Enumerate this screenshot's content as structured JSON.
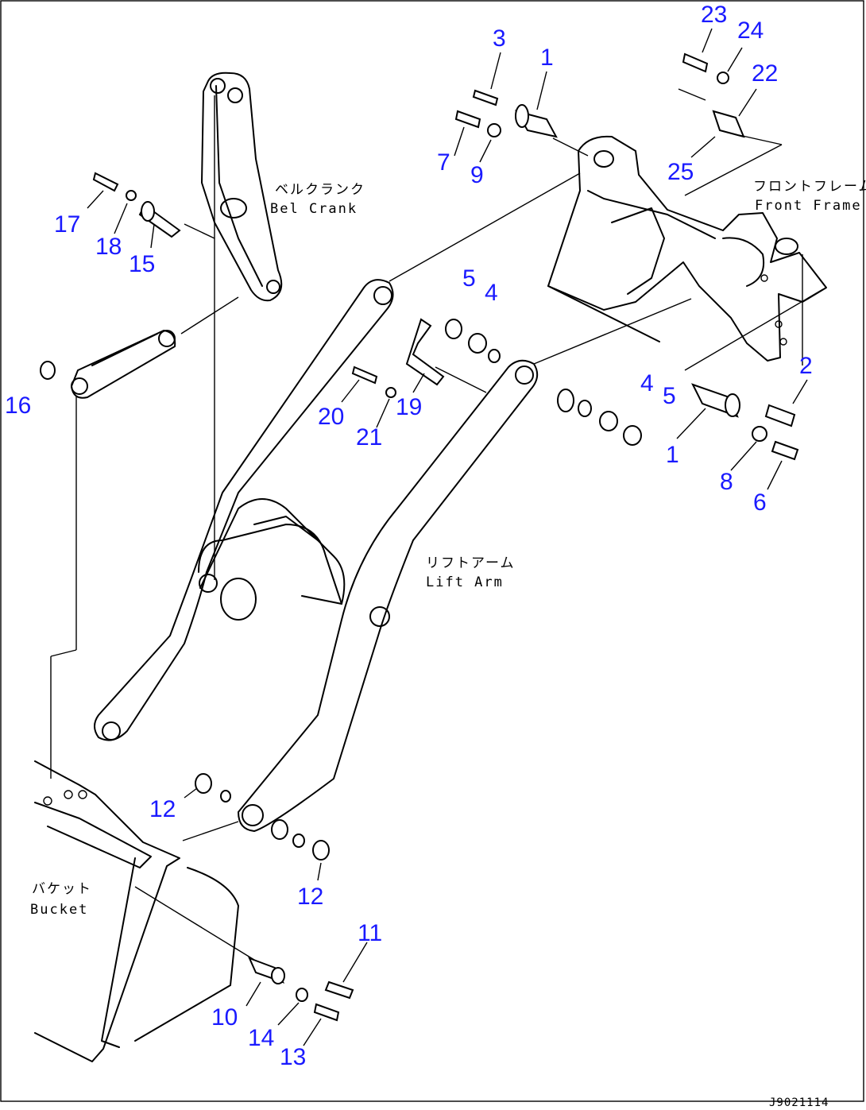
{
  "labels": {
    "bell_crank_jp": "ベルクランク",
    "bell_crank_en": "Bel Crank",
    "front_frame_jp": "フロントフレーム",
    "front_frame_en": "Front Frame",
    "lift_arm_jp": "リフトアーム",
    "lift_arm_en": "Lift Arm",
    "bucket_jp": "バケット",
    "bucket_en": "Bucket"
  },
  "callouts": [
    "1",
    "1",
    "2",
    "3",
    "4",
    "4",
    "5",
    "5",
    "6",
    "7",
    "8",
    "9",
    "10",
    "11",
    "12",
    "12",
    "13",
    "14",
    "15",
    "16",
    "17",
    "18",
    "19",
    "20",
    "21",
    "22",
    "23",
    "24",
    "25"
  ],
  "drawing_code": "J9021114"
}
